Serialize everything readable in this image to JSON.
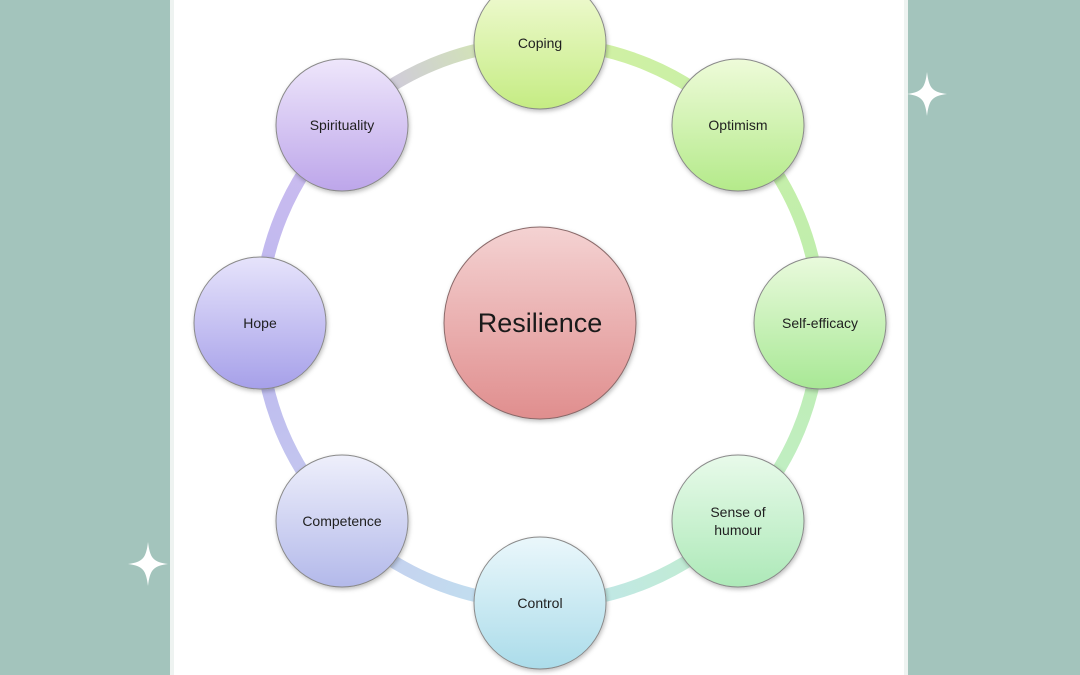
{
  "diagram": {
    "center": {
      "label": "Resilience",
      "color_top": "#f4d2d2",
      "color_bottom": "#e08e8e"
    },
    "nodes": [
      {
        "lines": [
          "Coping"
        ],
        "color_top": "#f3fbd8",
        "color_bottom": "#c5ec83"
      },
      {
        "lines": [
          "Optimism"
        ],
        "color_top": "#eefbd9",
        "color_bottom": "#b4ea8a"
      },
      {
        "lines": [
          "Self-efficacy"
        ],
        "color_top": "#e9fadc",
        "color_bottom": "#a8e895"
      },
      {
        "lines": [
          "Sense of",
          "humour"
        ],
        "color_top": "#e8faea",
        "color_bottom": "#ade9b8"
      },
      {
        "lines": [
          "Control"
        ],
        "color_top": "#eaf7fb",
        "color_bottom": "#abdcea"
      },
      {
        "lines": [
          "Competence"
        ],
        "color_top": "#eeeffb",
        "color_bottom": "#b3b9ea"
      },
      {
        "lines": [
          "Hope"
        ],
        "color_top": "#e6e3fb",
        "color_bottom": "#a6a0e9"
      },
      {
        "lines": [
          "Spirituality"
        ],
        "color_top": "#eee6fb",
        "color_bottom": "#bda6ea"
      }
    ]
  },
  "decor": {
    "sparkle_icon": "four-point-star-icon",
    "background_color": "#a3c4bc"
  }
}
